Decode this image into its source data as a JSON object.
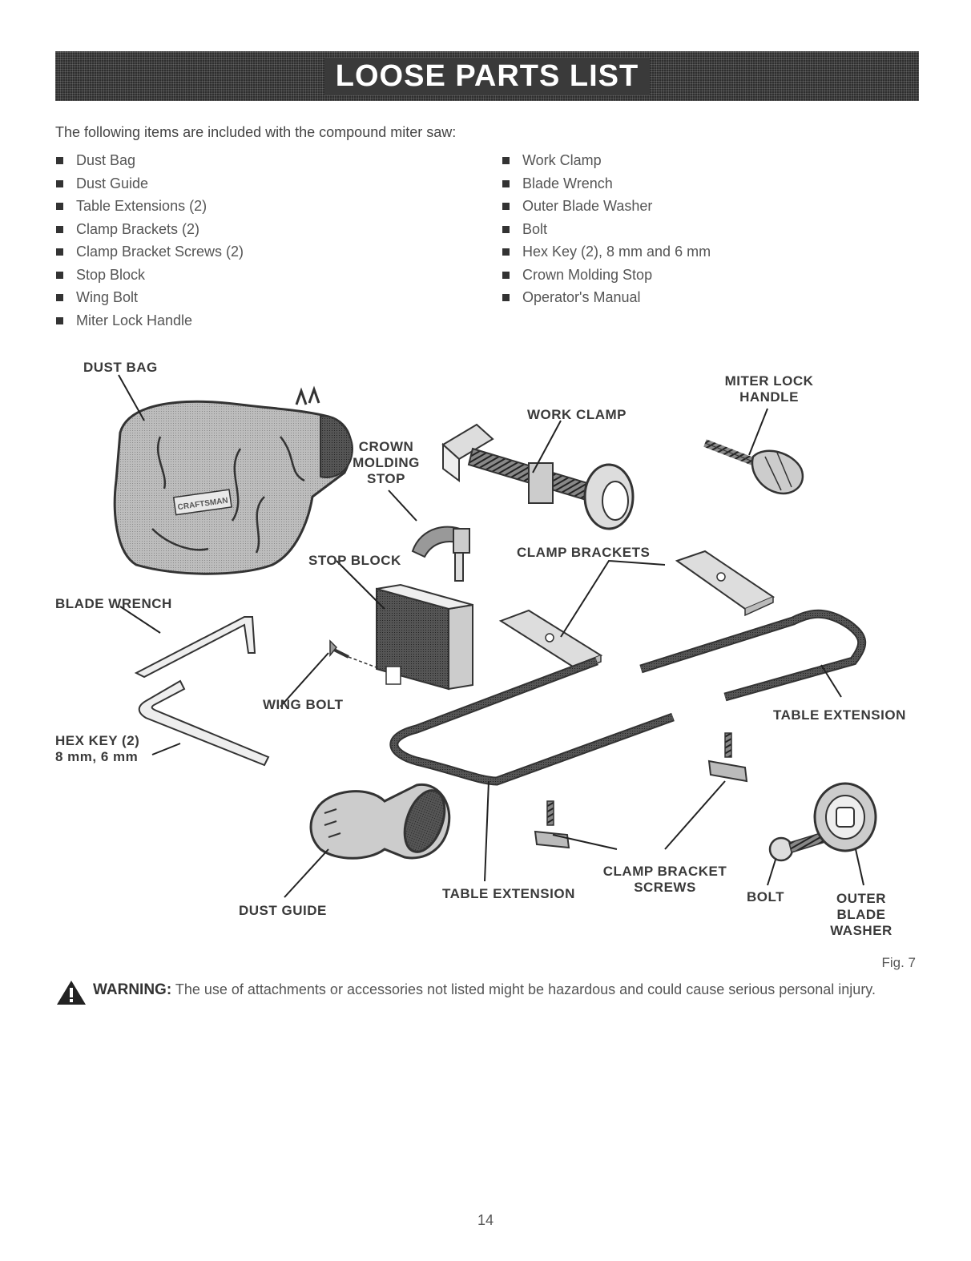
{
  "header": {
    "title": "LOOSE PARTS LIST"
  },
  "intro": "The following items are included with the compound miter saw:",
  "list_left": [
    "Dust Bag",
    "Dust Guide",
    "Table Extensions (2)",
    "Clamp Brackets (2)",
    "Clamp Bracket Screws (2)",
    "Stop Block",
    "Wing Bolt",
    "Miter Lock Handle"
  ],
  "list_right": [
    "Work Clamp",
    "Blade Wrench",
    "Outer Blade Washer",
    "Bolt",
    "Hex Key (2), 8 mm and 6 mm",
    "Crown Molding Stop",
    "Operator's Manual"
  ],
  "figure": {
    "labels": {
      "dust_bag": "DUST BAG",
      "miter_lock_handle_1": "MITER LOCK",
      "miter_lock_handle_2": "HANDLE",
      "work_clamp": "WORK CLAMP",
      "crown_1": "CROWN",
      "crown_2": "MOLDING",
      "crown_3": "STOP",
      "stop_block": "STOP BLOCK",
      "clamp_brackets": "CLAMP BRACKETS",
      "blade_wrench": "BLADE WRENCH",
      "wing_bolt": "WING BOLT",
      "table_extension_right": "TABLE EXTENSION",
      "hex_key_1": "HEX KEY (2)",
      "hex_key_2": "8 mm, 6 mm",
      "clamp_bracket_screws_1": "CLAMP BRACKET",
      "clamp_bracket_screws_2": "SCREWS",
      "table_extension_bottom": "TABLE EXTENSION",
      "dust_guide": "DUST GUIDE",
      "bolt": "BOLT",
      "outer_1": "OUTER",
      "outer_2": "BLADE",
      "outer_3": "WASHER",
      "bag_logo": "CRAFTSMAN"
    },
    "caption": "Fig. 7"
  },
  "warning": {
    "label": "WARNING:",
    "text": " The use of attachments or accessories not listed might be hazardous and could cause serious personal injury."
  },
  "page_number": "14"
}
